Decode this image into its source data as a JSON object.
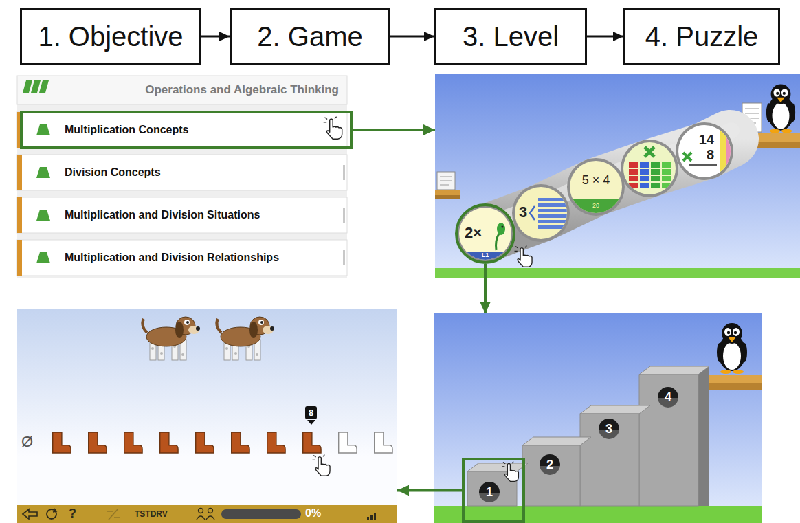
{
  "diagram": {
    "nodes": [
      {
        "text": [
          "1. Objective"
        ]
      },
      {
        "text": [
          "2. Game"
        ]
      },
      {
        "text": [
          "3. Level"
        ]
      },
      {
        "text": [
          "4. Puzzle"
        ]
      },
      {
        "text": [
          "Operations and Algebraic Thinking"
        ]
      },
      {
        "text": [
          "Multiplication Concepts"
        ],
        "in": 4
      },
      {
        "text": [
          "Division Concepts"
        ],
        "in": 4
      },
      {
        "text": [
          "Multiplication and Division Situations"
        ],
        "in": 4
      },
      {
        "text": [
          "Multiplication and Division Relationships"
        ],
        "in": 4
      },
      {
        "text": []
      },
      {
        "text": [
          "2×",
          "L1"
        ],
        "in": 9
      },
      {
        "text": [
          "3"
        ],
        "in": 9
      },
      {
        "text": [
          "5 × 4",
          "20"
        ],
        "in": 9
      },
      {
        "text": [
          "14",
          "8"
        ],
        "in": 9
      },
      {
        "text": []
      },
      {
        "text": [
          "1"
        ],
        "in": 14
      },
      {
        "text": [
          "2"
        ],
        "in": 14
      },
      {
        "text": [
          "3"
        ],
        "in": 14
      },
      {
        "text": [
          "4"
        ],
        "in": 14
      },
      {
        "text": []
      }
    ],
    "edges": [
      {
        "from": 0,
        "to": 1,
        "arrow": "to"
      },
      {
        "from": 1,
        "to": 2,
        "arrow": "to"
      },
      {
        "from": 2,
        "to": 3,
        "arrow": "to"
      },
      {
        "from": 5,
        "to": 9,
        "arrow": "to"
      },
      {
        "from": 10,
        "to": 14,
        "arrow": "to"
      },
      {
        "from": 15,
        "to": 19,
        "arrow": "to"
      }
    ],
    "labels": [
      "Ø",
      "8",
      "?",
      "TSTDRV",
      "0%"
    ]
  }
}
